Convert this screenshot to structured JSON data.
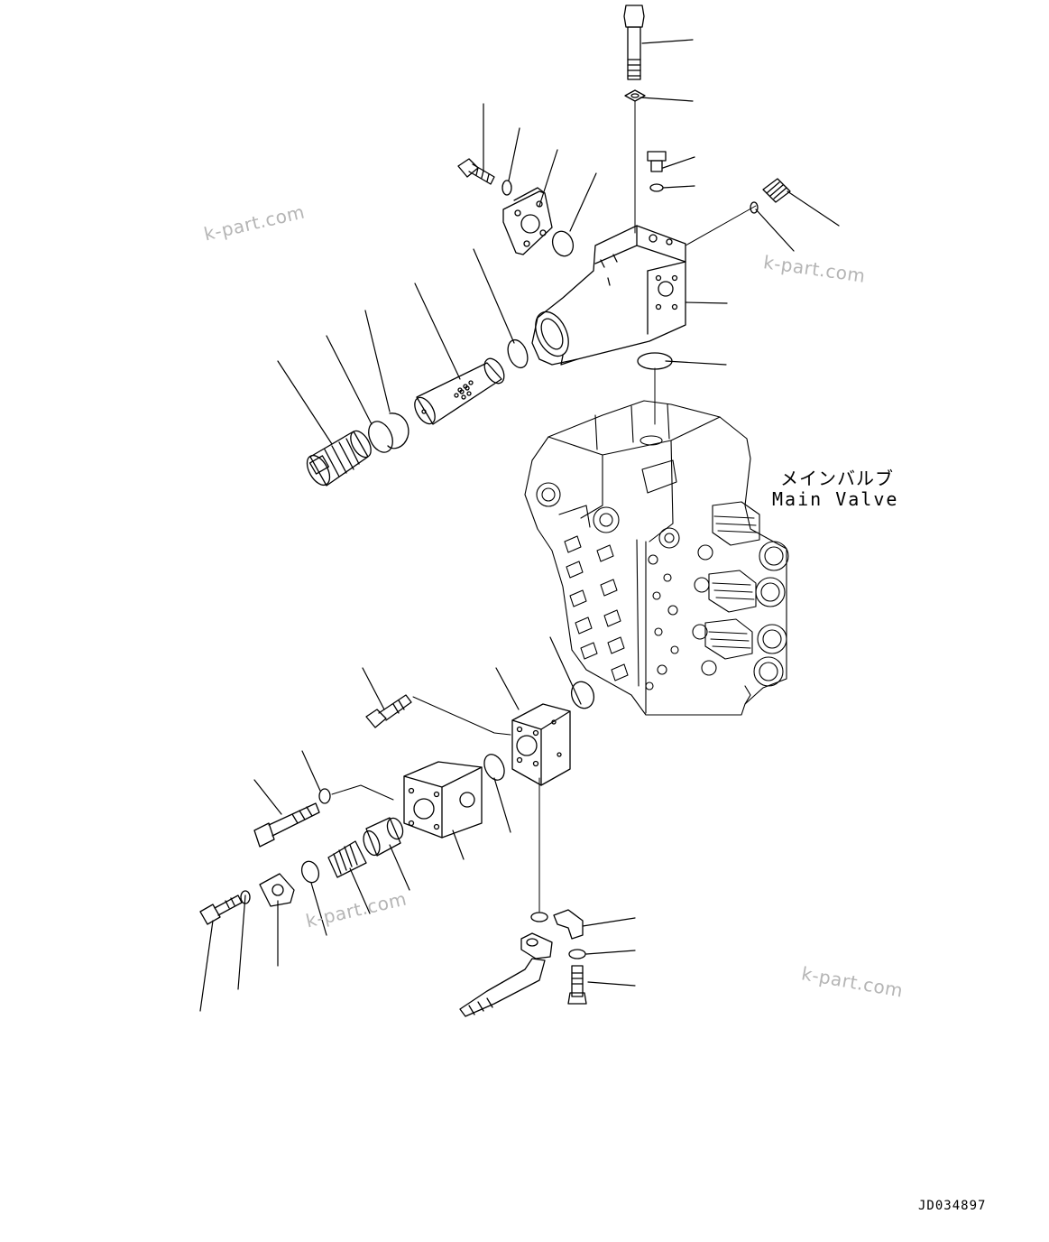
{
  "labels": {
    "main_valve_jp": "メインバルブ",
    "main_valve_en": "Main Valve",
    "drawing_id": "JD034897"
  },
  "watermarks": [
    "k-part.com",
    "k-part.com",
    "k-part.com",
    "k-part.com"
  ]
}
